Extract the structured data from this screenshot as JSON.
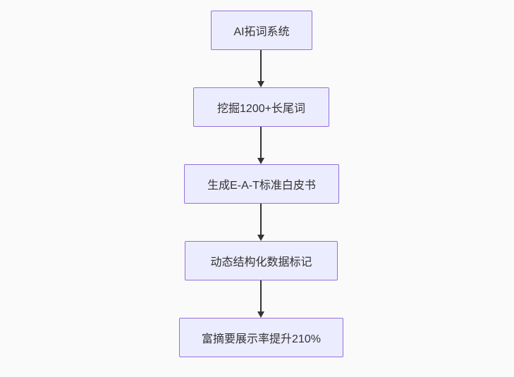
{
  "diagram": {
    "type": "flowchart",
    "direction": "top-down",
    "background_color": "#fafafa",
    "node_fill_color": "#ECECFF",
    "node_border_color": "#9370DB",
    "node_text_color": "#333333",
    "arrow_color": "#333333",
    "nodes": [
      {
        "id": "A",
        "label": "AI拓词系统"
      },
      {
        "id": "B",
        "label": "挖掘1200+长尾词"
      },
      {
        "id": "C",
        "label": "生成E-A-T标准白皮书"
      },
      {
        "id": "D",
        "label": "动态结构化数据标记"
      },
      {
        "id": "E",
        "label": "富摘要展示率提升210%"
      }
    ],
    "edges": [
      {
        "from": "A",
        "to": "B"
      },
      {
        "from": "B",
        "to": "C"
      },
      {
        "from": "C",
        "to": "D"
      },
      {
        "from": "D",
        "to": "E"
      }
    ]
  }
}
